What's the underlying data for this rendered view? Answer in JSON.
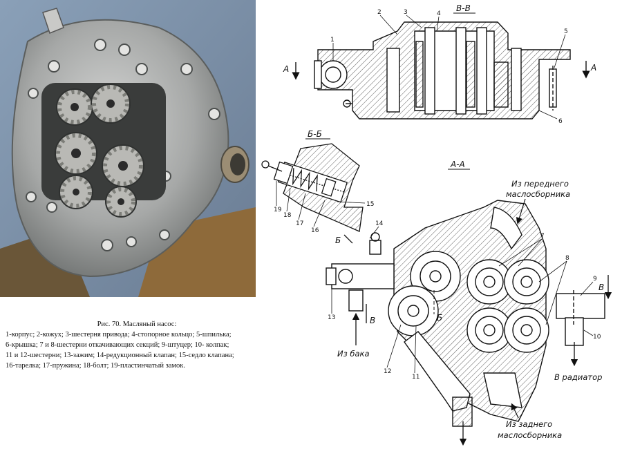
{
  "caption": {
    "title": "Рис. 70. Масляный насос:",
    "lines": [
      "1-корпус; 2-кожух; 3-шестерня привода; 4-стопорное кольцо; 5-шпилька;",
      "6-крышка; 7 и 8-шестерни откачивающих секций; 9-штуцер; 10- колпак;",
      "11 и 12-шестерни; 13-зажим; 14-редукционный клапан; 15-седло клапана;",
      "16-тарелка; 17-пружина; 18-болт; 19-пластинчатый замок."
    ]
  },
  "drawing": {
    "sections": {
      "vv": "В-В",
      "bb": "Б-Б",
      "aa": "А-А"
    },
    "cut_marks": {
      "a_left": "А",
      "a_right": "А",
      "b_left": "Б",
      "b_small": "Б",
      "v_right": "В",
      "v_left": "В"
    },
    "numbers": {
      "n1": "1",
      "n2": "2",
      "n3": "3",
      "n4": "4",
      "n5": "5",
      "n6": "6",
      "n7": "7",
      "n8": "8",
      "n9": "9",
      "n10": "10",
      "n11": "11",
      "n12": "12",
      "n13": "13",
      "n14": "14",
      "n15": "15",
      "n16": "16",
      "n17": "17",
      "n18": "18",
      "n19": "19"
    },
    "notes": {
      "front_1": "Из переднего",
      "front_2": "маслосборника",
      "tank": "Из бака",
      "radiator": "В радиатор",
      "rear_1": "Из заднего",
      "rear_2": "маслосборника"
    }
  },
  "colors": {
    "casting": "#a9aaa9",
    "background_wall": "#7e8fa6",
    "stand": "#8e6a3a",
    "ink": "#111111"
  }
}
